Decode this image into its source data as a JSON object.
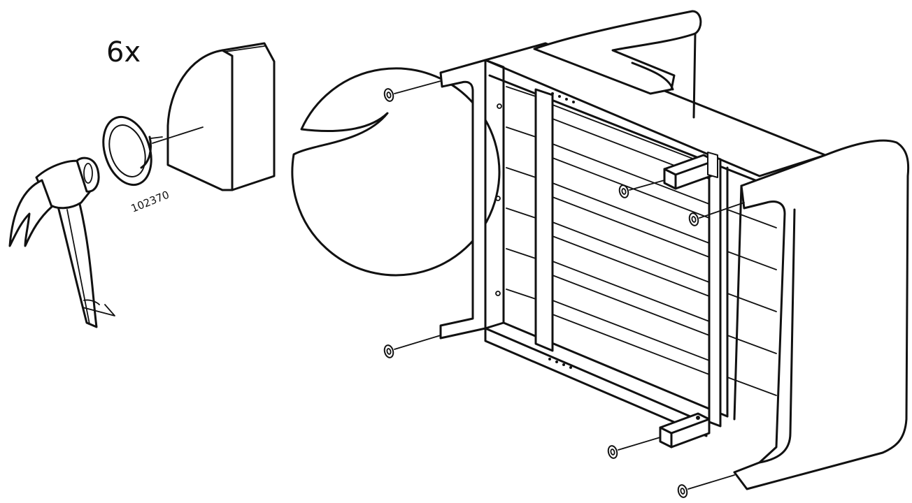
{
  "detail_callout": {
    "quantity": "6x",
    "part_number": "102370"
  },
  "glider_count": 6
}
